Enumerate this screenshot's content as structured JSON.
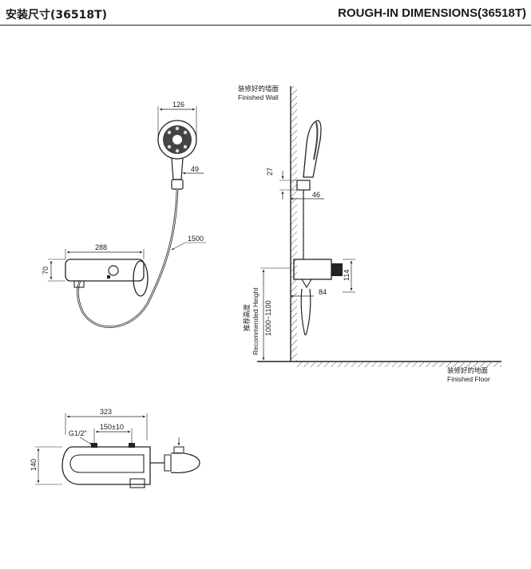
{
  "header": {
    "title_cn": "安装尺寸(36518T)",
    "title_en": "ROUGH-IN DIMENSIONS(36518T)"
  },
  "dimensions": {
    "head_width": "126",
    "handle_offset": "49",
    "hose_length": "1500",
    "valve_width": "288",
    "valve_height": "70",
    "holder_gap": "27",
    "holder_depth": "46",
    "valve_depth": "114",
    "outlet_depth": "84",
    "total_width": "323",
    "inlet_center": "150±10",
    "inlet_thread": "G1/2\"",
    "top_view_height": "140",
    "recommended_height": "1000~1100"
  },
  "labels": {
    "wall_cn": "装修好的墙面",
    "wall_en": "Finished Wall",
    "floor_cn": "装修好的地面",
    "floor_en": "Finished Floor",
    "height_cn": "推荐高度",
    "height_en": "Recommended Height"
  }
}
